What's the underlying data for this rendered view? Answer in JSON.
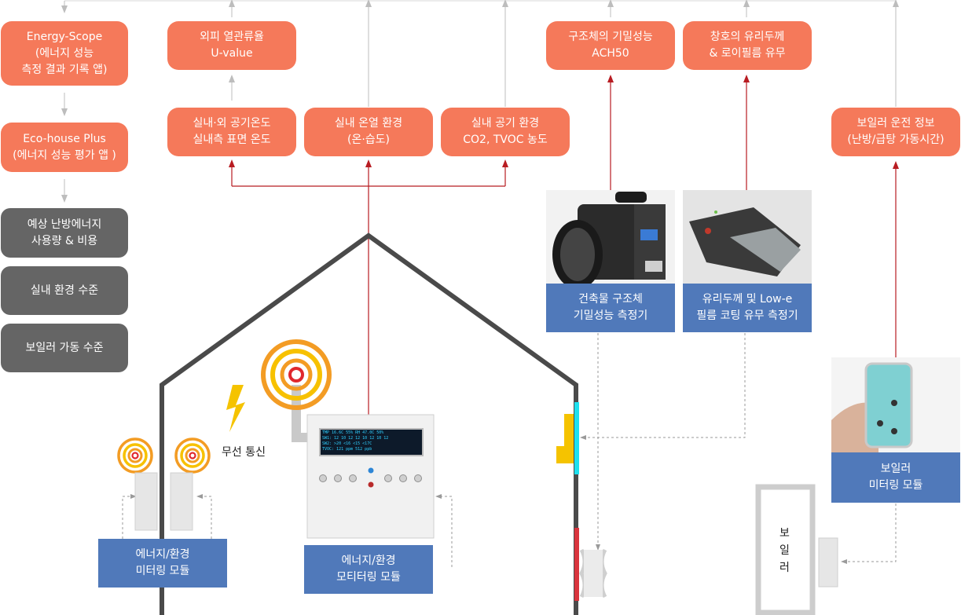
{
  "colors": {
    "orange": "#f5795a",
    "gray": "#656565",
    "blue": "#5079ba",
    "line_red": "#b81c22",
    "arrow_gray": "#bdbdbd",
    "house": "#4a4a4a",
    "cyan": "#1ee0ee",
    "yellow": "#f5c300",
    "red_bar": "#d9343d"
  },
  "left_column": {
    "app1": [
      "Energy-Scope",
      "(에너지 성능",
      "측정 결과 기록 앱)"
    ],
    "app2": [
      "Eco-house Plus",
      "(에너지 성능 평가 앱 )"
    ],
    "out1": [
      "예상 난방에너지",
      "사용량 & 비용"
    ],
    "out2": [
      "실내 환경 수준"
    ],
    "out3": [
      "보일러 가동 수준"
    ]
  },
  "top_boxes": {
    "uvalue": [
      "외피 열관류율",
      "U-value"
    ],
    "ach50": [
      "구조체의 기밀성능",
      "ACH50"
    ],
    "window": [
      "창호의 유리두께",
      "& 로이필름 유무"
    ]
  },
  "middle_boxes": {
    "temp": [
      "실내·외 공기온도",
      "실내측 표면 온도"
    ],
    "thermal": [
      "실내 온열 환경",
      "(온·습도)"
    ],
    "air": [
      "실내 공기 환경",
      "CO2, TVOC 농도"
    ],
    "boiler_info": [
      "보일러 운전 정보",
      "(난방/급탕 가동시간)"
    ]
  },
  "devices": {
    "blower": [
      "건축물 구조체",
      "기밀성능 측정기"
    ],
    "glass": [
      "유리두께 및 Low-e",
      "필름 코팅 유무 측정기"
    ],
    "boiler_meter": [
      "보일러",
      "미터링 모듈"
    ]
  },
  "house": {
    "wireless": "무선 통신",
    "energy_module": [
      "에너지/환경",
      "미터링 모듈"
    ],
    "monitor_module": [
      "에너지/환경",
      "모티터링 모듈"
    ],
    "boiler": [
      "보",
      "일",
      "러"
    ],
    "lcd_lines": [
      "TMP 16.6C 55% RH 47.0C 50%",
      "SW1: 12 10 12 12 10 12 10 12",
      "SW2: >20 <16 <15 <17C",
      "TVOC: 121 ppm 512 ppb"
    ]
  }
}
